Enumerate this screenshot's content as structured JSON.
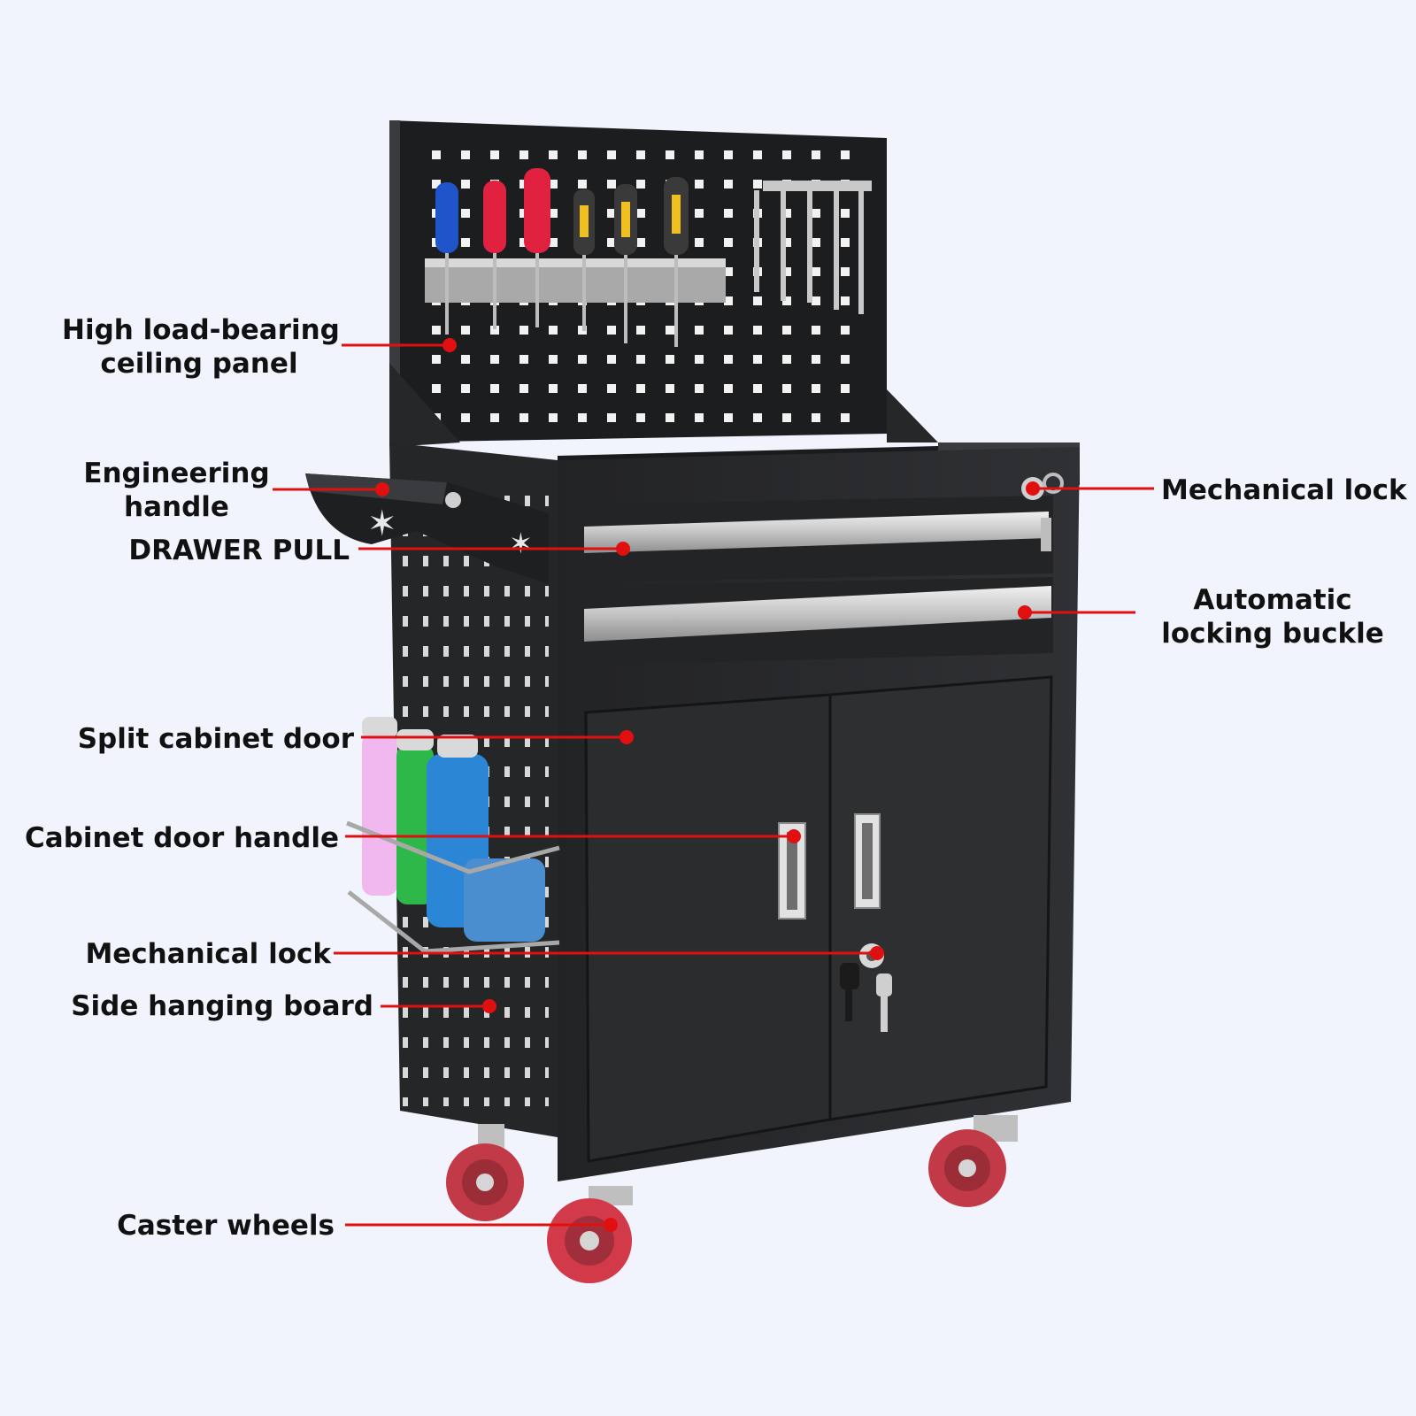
{
  "colors": {
    "background": "#f1f4fd",
    "callout": "#e01010",
    "cabinet": "#2b2c2e",
    "cabinet_dark": "#1c1d1f",
    "label_text": "#111111",
    "wheel": "#d23a4a"
  },
  "labels": {
    "ceiling_panel": [
      "High load-bearing",
      "ceiling panel"
    ],
    "engineering_handle": [
      "Engineering",
      "handle"
    ],
    "drawer_pull": "DRAWER PULL",
    "split_door": "Split cabinet door",
    "door_handle": "Cabinet door handle",
    "lock_left": "Mechanical lock",
    "side_board": "Side hanging board",
    "caster_wheels": "Caster wheels",
    "lock_right": "Mechanical lock",
    "locking_buckle": [
      "Automatic",
      "locking buckle"
    ]
  }
}
